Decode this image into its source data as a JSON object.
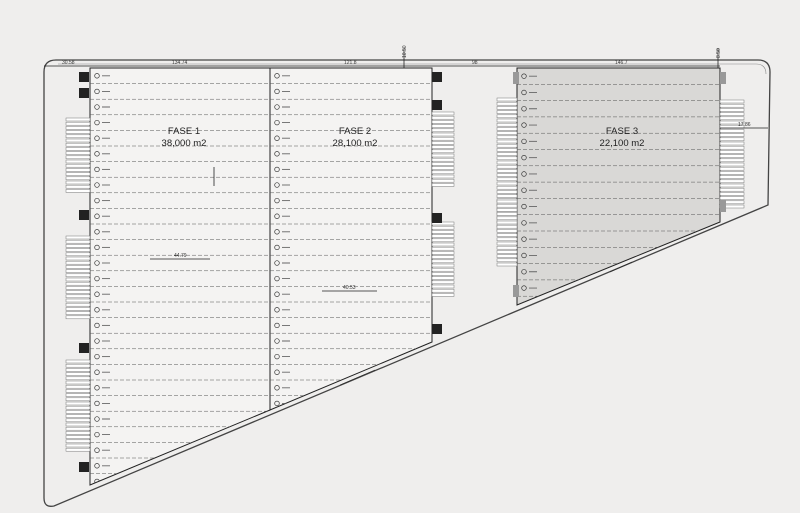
{
  "phases": [
    {
      "name": "FASE 1",
      "area": "38,000 m2"
    },
    {
      "name": "FASE 2",
      "area": "28,100 m2"
    },
    {
      "name": "FASE 3",
      "area": "22,100 m2"
    }
  ],
  "dimensions": {
    "top_left_setback": "30.58",
    "fase1_width": "134.74",
    "fase2_width": "121.8",
    "gap_between": "98",
    "fase3_width": "146.7",
    "right_setback": "17.86",
    "fase1_inner": "44.79",
    "fase2_inner": "40.53",
    "top_offset_a": "10.50",
    "top_offset_b": "8.50"
  },
  "colors": {
    "background": "#efeeed",
    "fase3_fill": "#d9d8d6",
    "line": "#222222"
  }
}
